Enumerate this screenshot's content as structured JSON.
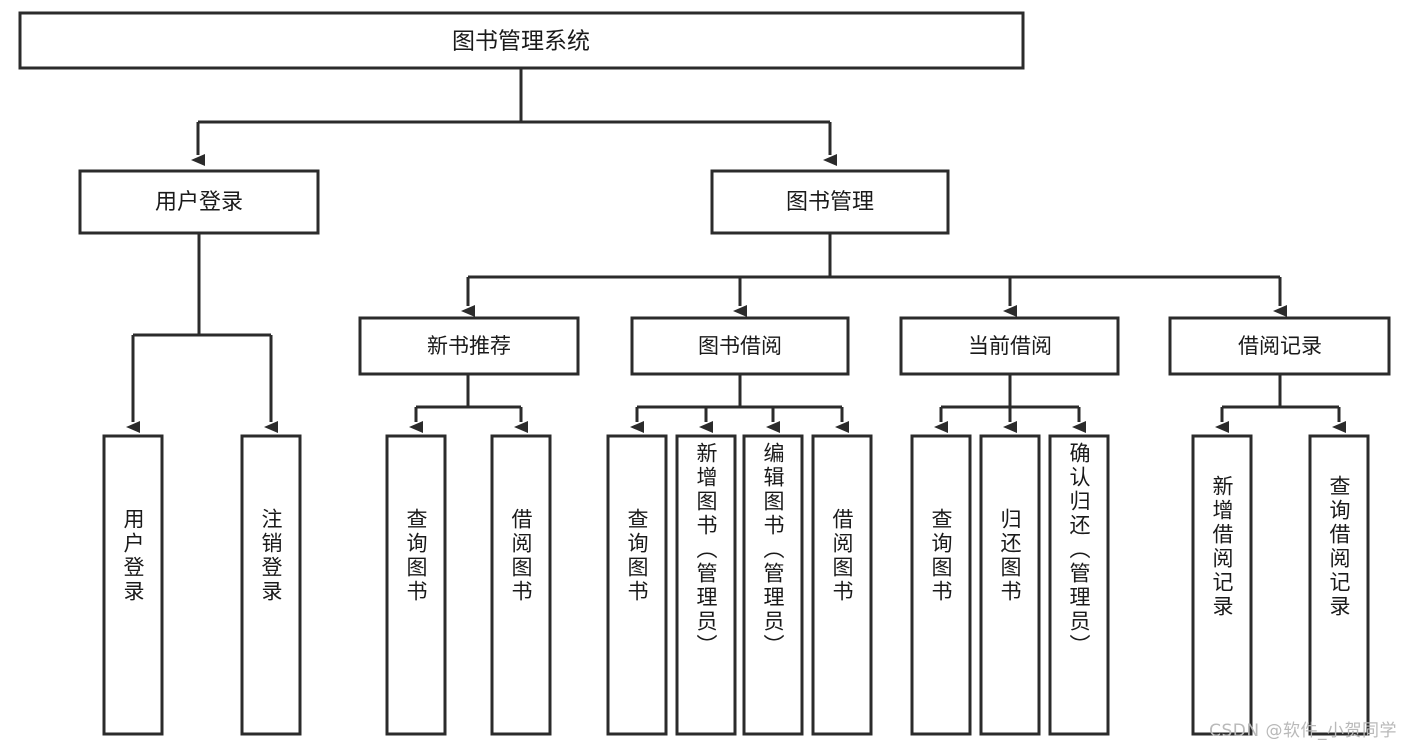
{
  "diagram": {
    "title": "图书管理系统",
    "type": "tree",
    "root": {
      "label": "图书管理系统"
    },
    "level2": [
      {
        "label": "用户登录"
      },
      {
        "label": "图书管理"
      }
    ],
    "level3": [
      {
        "label": "新书推荐"
      },
      {
        "label": "图书借阅"
      },
      {
        "label": "当前借阅"
      },
      {
        "label": "借阅记录"
      }
    ],
    "leaves": {
      "user_login": [
        {
          "label": "用户登录"
        },
        {
          "label": "注销登录"
        }
      ],
      "new_book_recommend": [
        {
          "label": "查询图书"
        },
        {
          "label": "借阅图书"
        }
      ],
      "book_borrow": [
        {
          "label": "查询图书"
        },
        {
          "label": "新增图书（管理员）"
        },
        {
          "label": "编辑图书（管理员）"
        },
        {
          "label": "借阅图书"
        }
      ],
      "current_borrow": [
        {
          "label": "查询图书"
        },
        {
          "label": "归还图书"
        },
        {
          "label": "确认归还（管理员）"
        }
      ],
      "borrow_record": [
        {
          "label": "新增借阅记录"
        },
        {
          "label": "查询借阅记录"
        }
      ]
    }
  },
  "watermark": {
    "text": "CSDN @软件_小贺同学"
  },
  "colors": {
    "stroke": "#2b2b2b",
    "fill": "#ffffff",
    "text": "#1a1a1a",
    "watermark": "#b9b9b9"
  }
}
